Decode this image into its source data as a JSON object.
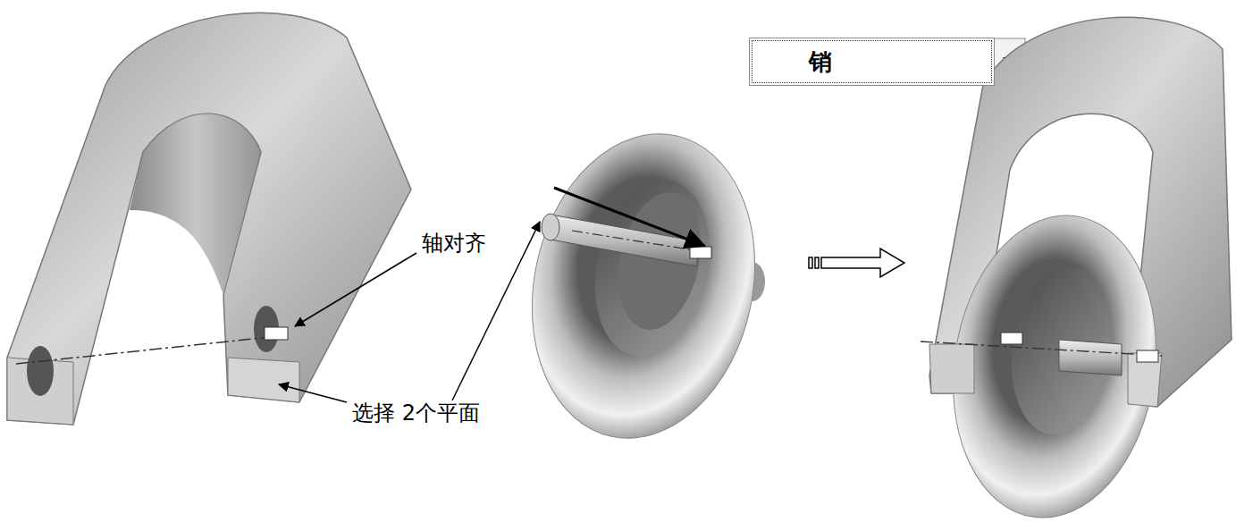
{
  "diagram": {
    "nodes": [
      {
        "text": [
          "销"
        ]
      }
    ],
    "labels": [
      "轴对齐",
      "选择 2个平面"
    ]
  }
}
